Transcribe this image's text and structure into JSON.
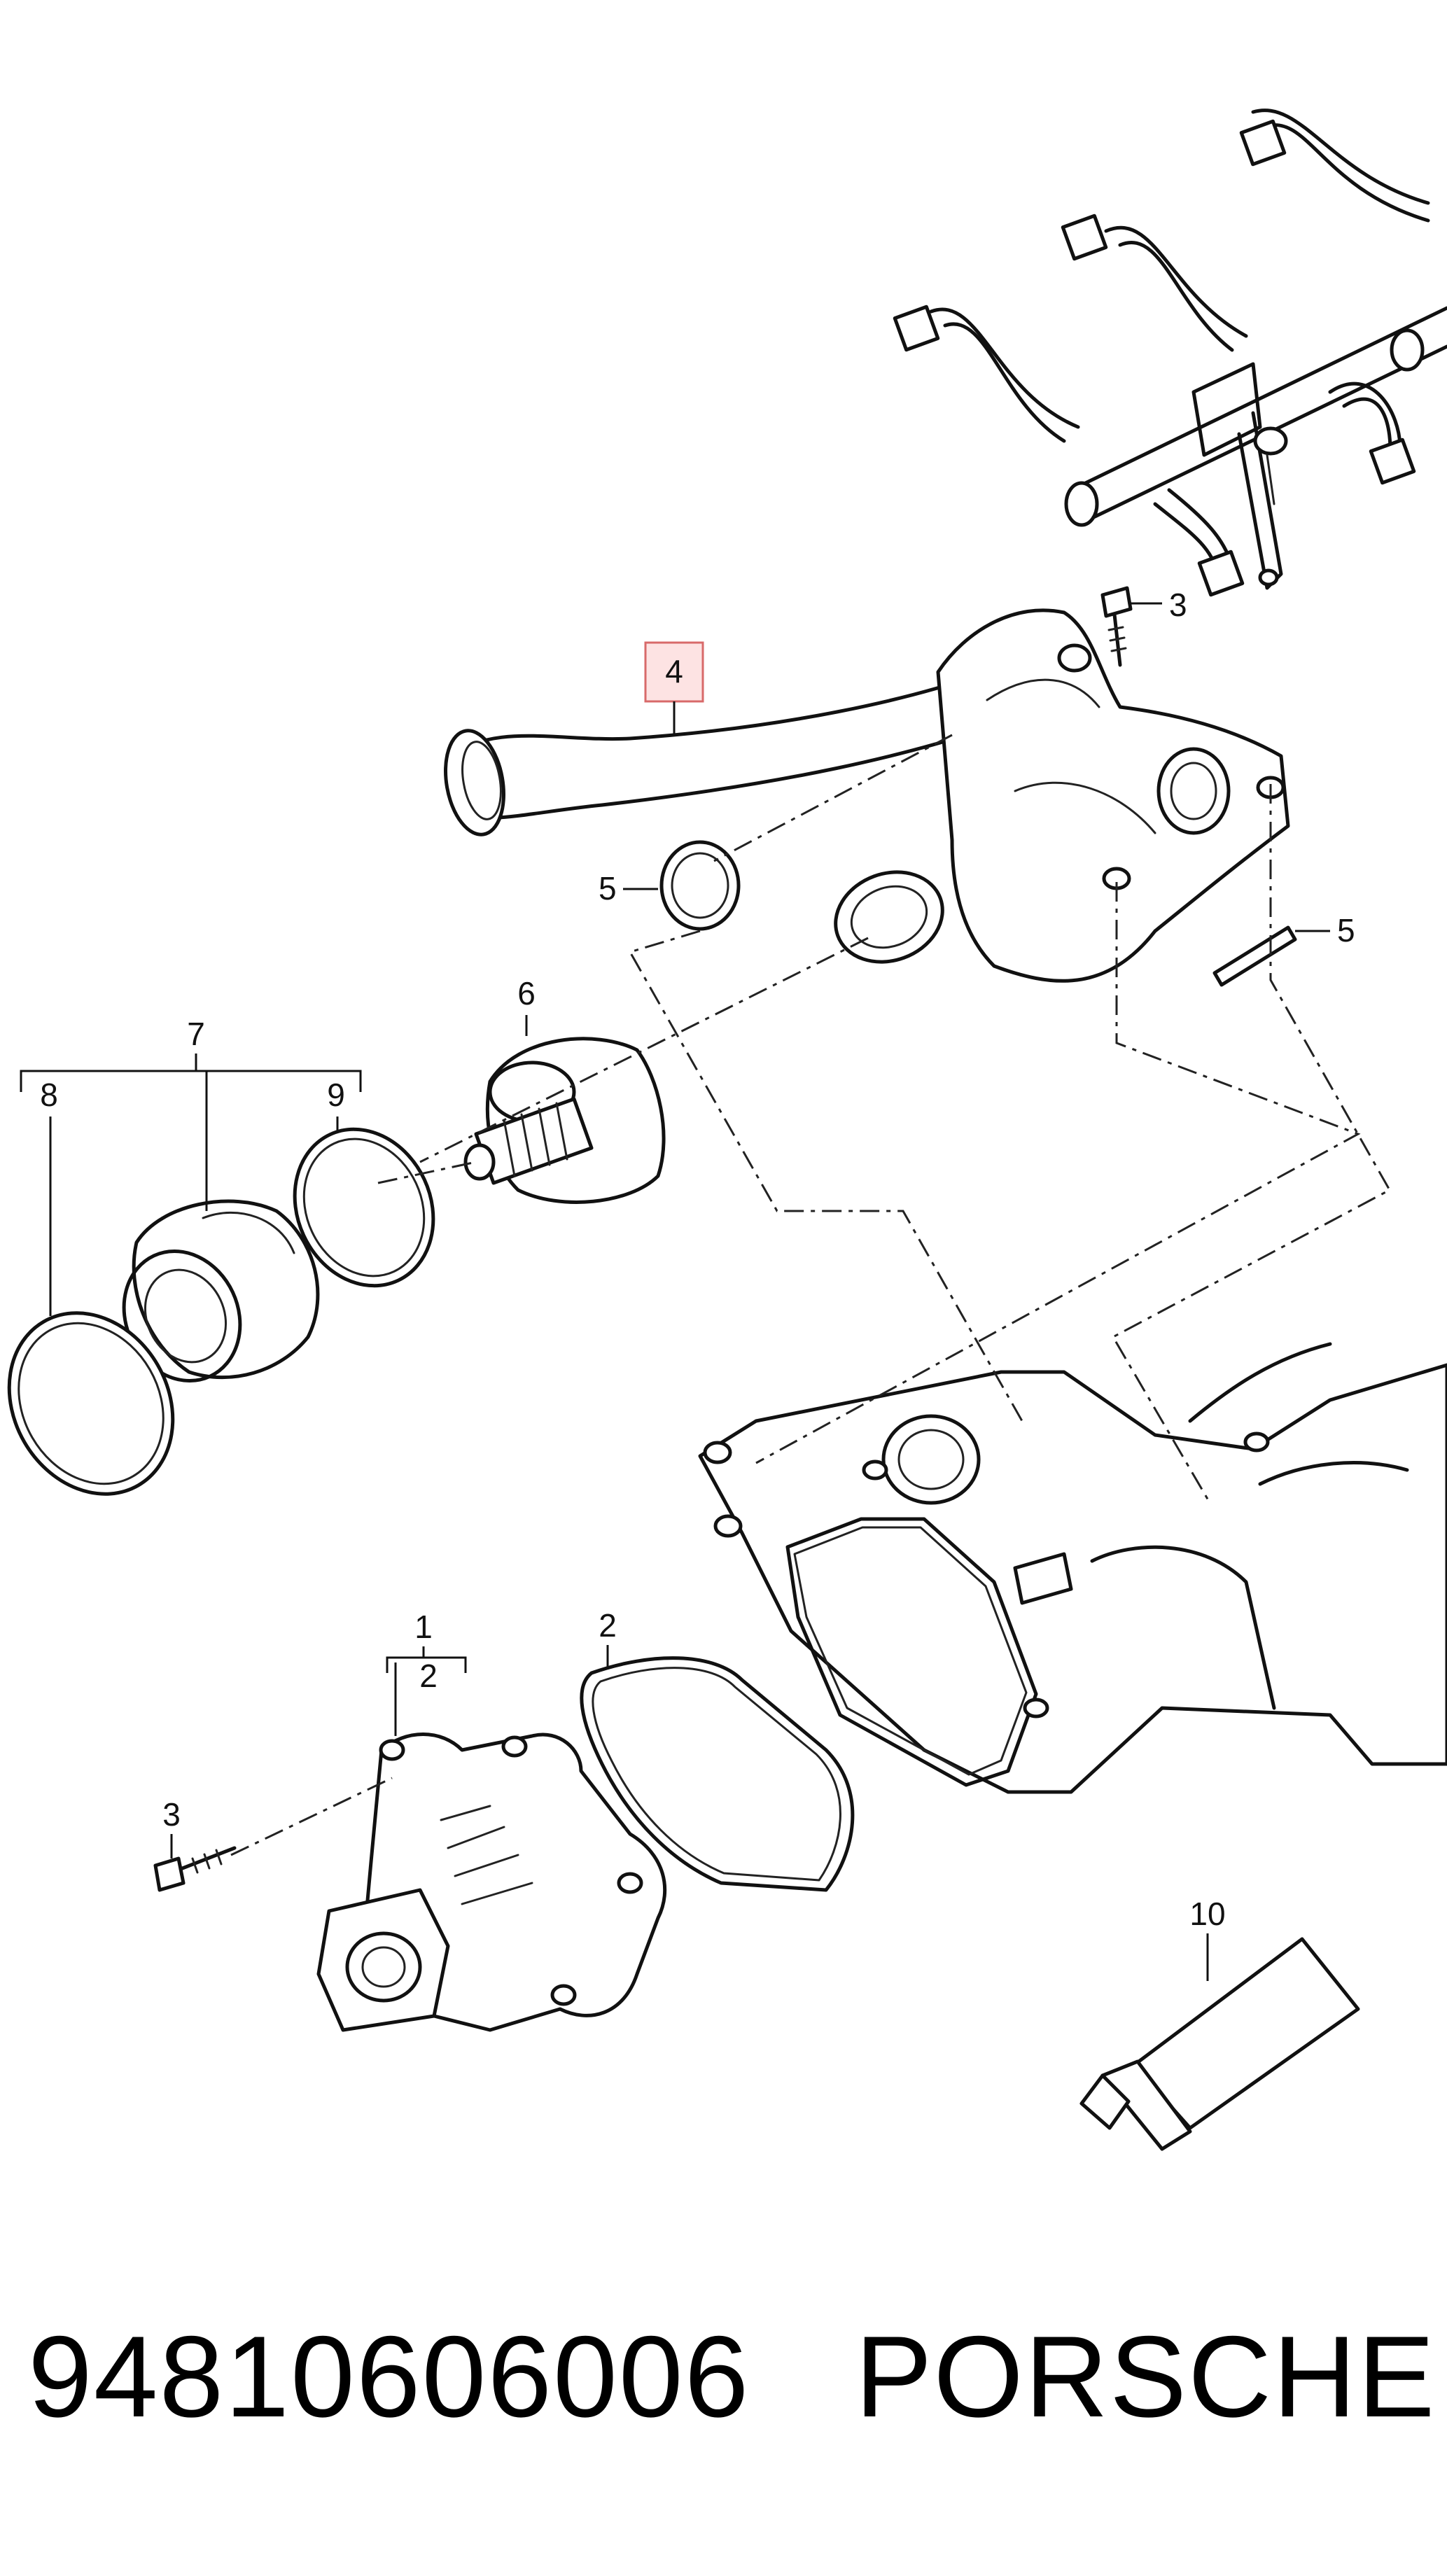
{
  "callouts": {
    "c1": "1",
    "c2a": "2",
    "c2b": "2",
    "c3a": "3",
    "c3b": "3",
    "c4": "4",
    "c5a": "5",
    "c5b": "5",
    "c6": "6",
    "c7": "7",
    "c8": "8",
    "c9": "9",
    "c10": "10"
  },
  "highlight": {
    "callout": "4",
    "color": "#fde3e3",
    "border": "#d86a6a"
  },
  "footer": {
    "part_number": "94810606006",
    "brand": "PORSCHE"
  }
}
